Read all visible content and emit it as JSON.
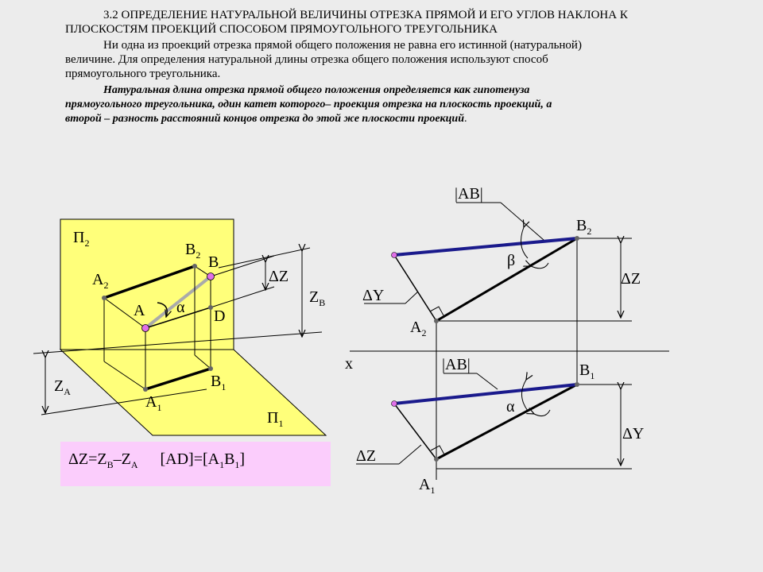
{
  "header": {
    "title_line1": "3.2 ОПРЕДЕЛЕНИЕ НАТУРАЛЬНОЙ ВЕЛИЧИНЫ ОТРЕЗКА ПРЯМОЙ И ЕГО УГЛОВ НАКЛОНА К",
    "title_line2": "ПЛОСКОСТЯМ ПРОЕКЦИЙ СПОСОБОМ ПРЯМОУГОЛЬНОГО ТРЕУГОЛЬНИКА",
    "para_line1": "Ни одна из проекций отрезка прямой общего положения не равна его истинной (натуральной)",
    "para_line2": "величине. Для определения натуральной длины отрезка общего положения используют способ",
    "para_line3": "прямоугольного треугольника.",
    "def_line1": "Натуральная длина отрезка прямой общего положения определяется как гипотенуза",
    "def_line2": "прямоугольного треугольника, один катет которого– проекция отрезка на плоскость проекций, а",
    "def_line3": "второй – разность расстояний концов отрезка до этой же плоскости проекций",
    "def_end": "."
  },
  "left_diagram": {
    "pi2_main": "П",
    "pi2_sub": "2",
    "pi1_main": "П",
    "pi1_sub": "1",
    "b2_main": "B",
    "b2_sub": "2",
    "b_label": "B",
    "a2_main": "A",
    "a2_sub": "2",
    "a_label": "A",
    "alpha": "α",
    "d_label": "D",
    "b1_main": "B",
    "b1_sub": "1",
    "a1_main": "A",
    "a1_sub": "1",
    "dz": "ΔZ",
    "zb_main": "Z",
    "zb_sub": "B",
    "za_main": "Z",
    "za_sub": "A"
  },
  "formula": {
    "dz_eq": "ΔZ=Z",
    "sub_b": "B",
    "minus_z": "–Z",
    "sub_a": "A",
    "ad_part": "[AD]=[A",
    "sub_1a": "1",
    "b_part": "B",
    "sub_1b": "1",
    "close": "]"
  },
  "right_diagram": {
    "ab_top": "|AB|",
    "b2_main": "B",
    "b2_sub": "2",
    "beta": "β",
    "dz_right": "ΔZ",
    "dy_left": "ΔY",
    "a2_main": "A",
    "a2_sub": "2",
    "x_axis": "x",
    "ab_bottom": "|AB|",
    "b1_main": "B",
    "b1_sub": "1",
    "alpha": "α",
    "dy_right": "ΔY",
    "dz_left": "ΔZ",
    "a1_main": "A",
    "a1_sub": "1"
  },
  "colors": {
    "plane_fill": "#ffff7a",
    "true_length_line": "#1a1a8c",
    "point_fill": "#e070e8",
    "formula_bg": "#fbcdfc",
    "background": "#ececec"
  }
}
